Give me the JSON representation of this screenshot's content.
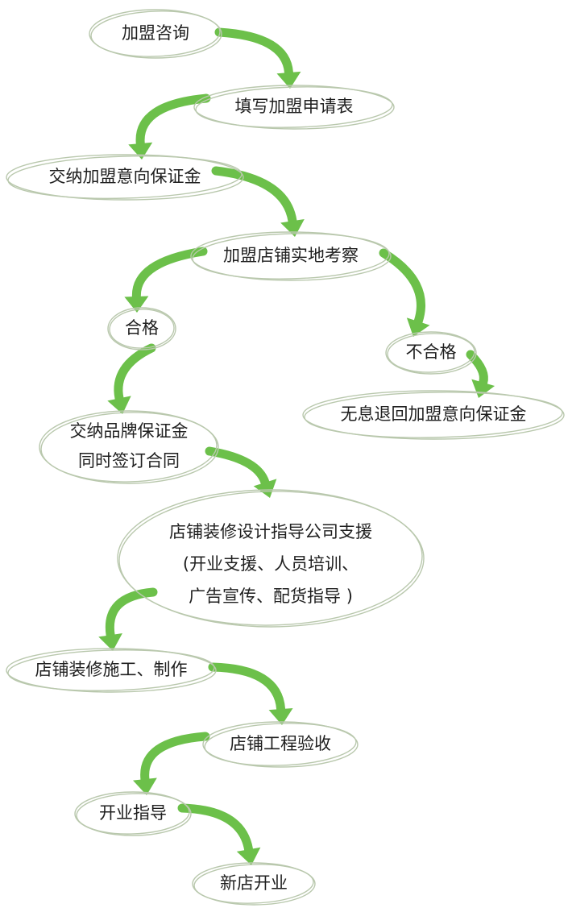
{
  "colors": {
    "arrow": "#6cc04a",
    "node_outline": "#b9c8ad",
    "text": "#1f1f1f"
  },
  "nodes": {
    "consult": {
      "lines": [
        "加盟咨询"
      ]
    },
    "apply": {
      "lines": [
        "填写加盟申请表"
      ]
    },
    "intent_deposit": {
      "lines": [
        "交纳加盟意向保证金"
      ]
    },
    "inspection": {
      "lines": [
        "加盟店铺实地考察"
      ]
    },
    "qualified": {
      "lines": [
        "合格"
      ]
    },
    "unqualified": {
      "lines": [
        "不合格"
      ]
    },
    "refund": {
      "lines": [
        "无息退回加盟意向保证金"
      ]
    },
    "brand_contract": {
      "lines": [
        "交纳品牌保证金",
        "同时签订合同"
      ]
    },
    "design_support": {
      "lines": [
        "店铺装修设计指导公司支援",
        "(开业支援、人员培训、",
        "广告宣传、配货指导 )"
      ]
    },
    "construction": {
      "lines": [
        "店铺装修施工、制作"
      ]
    },
    "acceptance": {
      "lines": [
        "店铺工程验收"
      ]
    },
    "opening_guidance": {
      "lines": [
        "开业指导"
      ]
    },
    "grand_opening": {
      "lines": [
        "新店开业"
      ]
    }
  }
}
